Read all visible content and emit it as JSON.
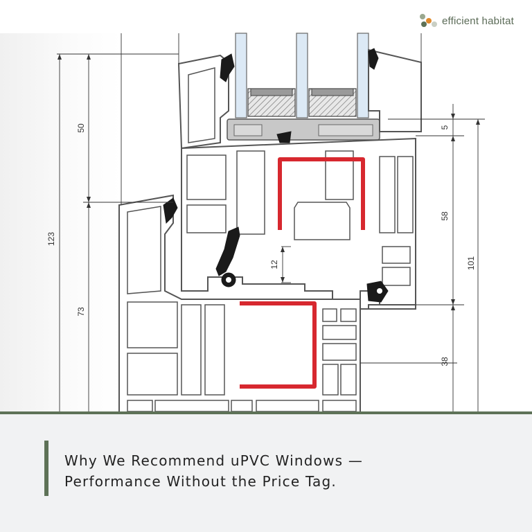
{
  "brand": {
    "name": "efficient habitat",
    "dot_colors": [
      "#9aa88f",
      "#e08a2c",
      "#5e7257",
      "#c9cfc4"
    ]
  },
  "diagram": {
    "dimensions": {
      "left_outer": "123",
      "left_upper": "50",
      "left_lower": "73",
      "center_gap": "12",
      "right_top": "5",
      "right_middle": "58",
      "right_bottom": "38",
      "right_outer": "101"
    },
    "colors": {
      "profile_stroke": "#555555",
      "profile_fill": "#ffffff",
      "reinforcement": "#d7282f",
      "gasket": "#1a1a1a",
      "glass": "#dce9f5",
      "spacer": "#bdbdbd"
    }
  },
  "caption": {
    "line1": "Why We Recommend uPVC Windows —",
    "line2": "Performance Without the Price Tag."
  },
  "theme": {
    "accent": "#5e7257",
    "caption_background": "#f1f2f3"
  }
}
